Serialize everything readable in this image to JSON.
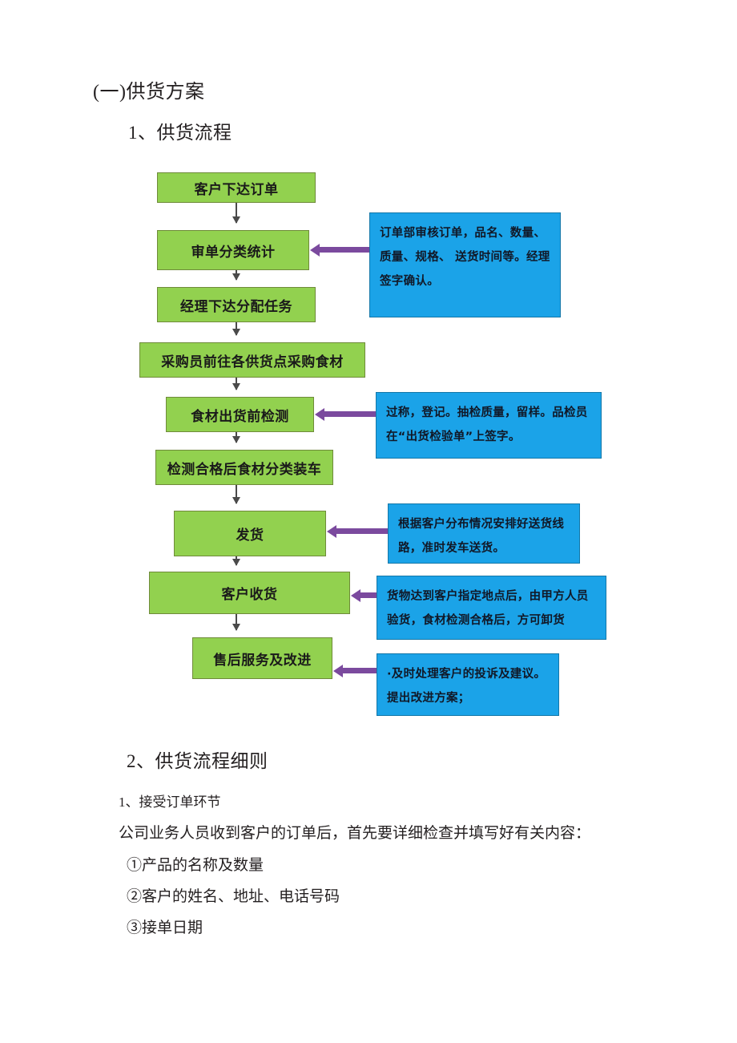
{
  "document": {
    "section_heading": "(一)供货方案",
    "subheading_1": "1、供货流程",
    "subheading_2": "2、供货流程细则",
    "detail_heading": "1、接受订单环节",
    "detail_intro": "公司业务人员收到客户的订单后，首先要详细检查并填写好有关内容：",
    "detail_items": [
      "①产品的名称及数量",
      "②客户的姓名、地址、电话号码",
      "③接单日期"
    ]
  },
  "flowchart": {
    "type": "flowchart",
    "colors": {
      "node_fill": "#92d14f",
      "node_border": "#6f8b3a",
      "note_fill": "#1ba3e8",
      "note_border": "#1477a8",
      "connector": "#4a4a4a",
      "callout_arrow": "#7b4a9e"
    },
    "nodes": [
      {
        "id": "n1",
        "label": "客户下达订单"
      },
      {
        "id": "n2",
        "label": "审单分类统计"
      },
      {
        "id": "n3",
        "label": "经理下达分配任务"
      },
      {
        "id": "n4",
        "label": "采购员前往各供货点采购食材"
      },
      {
        "id": "n5",
        "label": "食材出货前检测"
      },
      {
        "id": "n6",
        "label": "检测合格后食材分类装车"
      },
      {
        "id": "n7",
        "label": "发货"
      },
      {
        "id": "n8",
        "label": "客户收货"
      },
      {
        "id": "n9",
        "label": "售后服务及改进"
      }
    ],
    "notes": [
      {
        "id": "c1",
        "target": "n2",
        "text": "订单部审核订单，品名、数量、质量、规格、 送货时间等。经理签字确认。"
      },
      {
        "id": "c2",
        "target": "n5",
        "text": "过称，登记。抽检质量，留样。品检员在“出货检验单”上签字。"
      },
      {
        "id": "c3",
        "target": "n7",
        "text": "根据客户分布情况安排好送货线路，准时发车送货。"
      },
      {
        "id": "c4",
        "target": "n8",
        "text": "货物达到客户指定地点后，由甲方人员验货，食材检测合格后，方可卸货"
      },
      {
        "id": "c5",
        "target": "n9",
        "text": "·及时处理客户的投诉及建议。提出改进方案；"
      }
    ],
    "edges": [
      {
        "from": "n1",
        "to": "n2"
      },
      {
        "from": "n2",
        "to": "n3"
      },
      {
        "from": "n3",
        "to": "n4"
      },
      {
        "from": "n4",
        "to": "n5"
      },
      {
        "from": "n5",
        "to": "n6"
      },
      {
        "from": "n6",
        "to": "n7"
      },
      {
        "from": "n7",
        "to": "n8"
      },
      {
        "from": "n8",
        "to": "n9"
      }
    ]
  }
}
